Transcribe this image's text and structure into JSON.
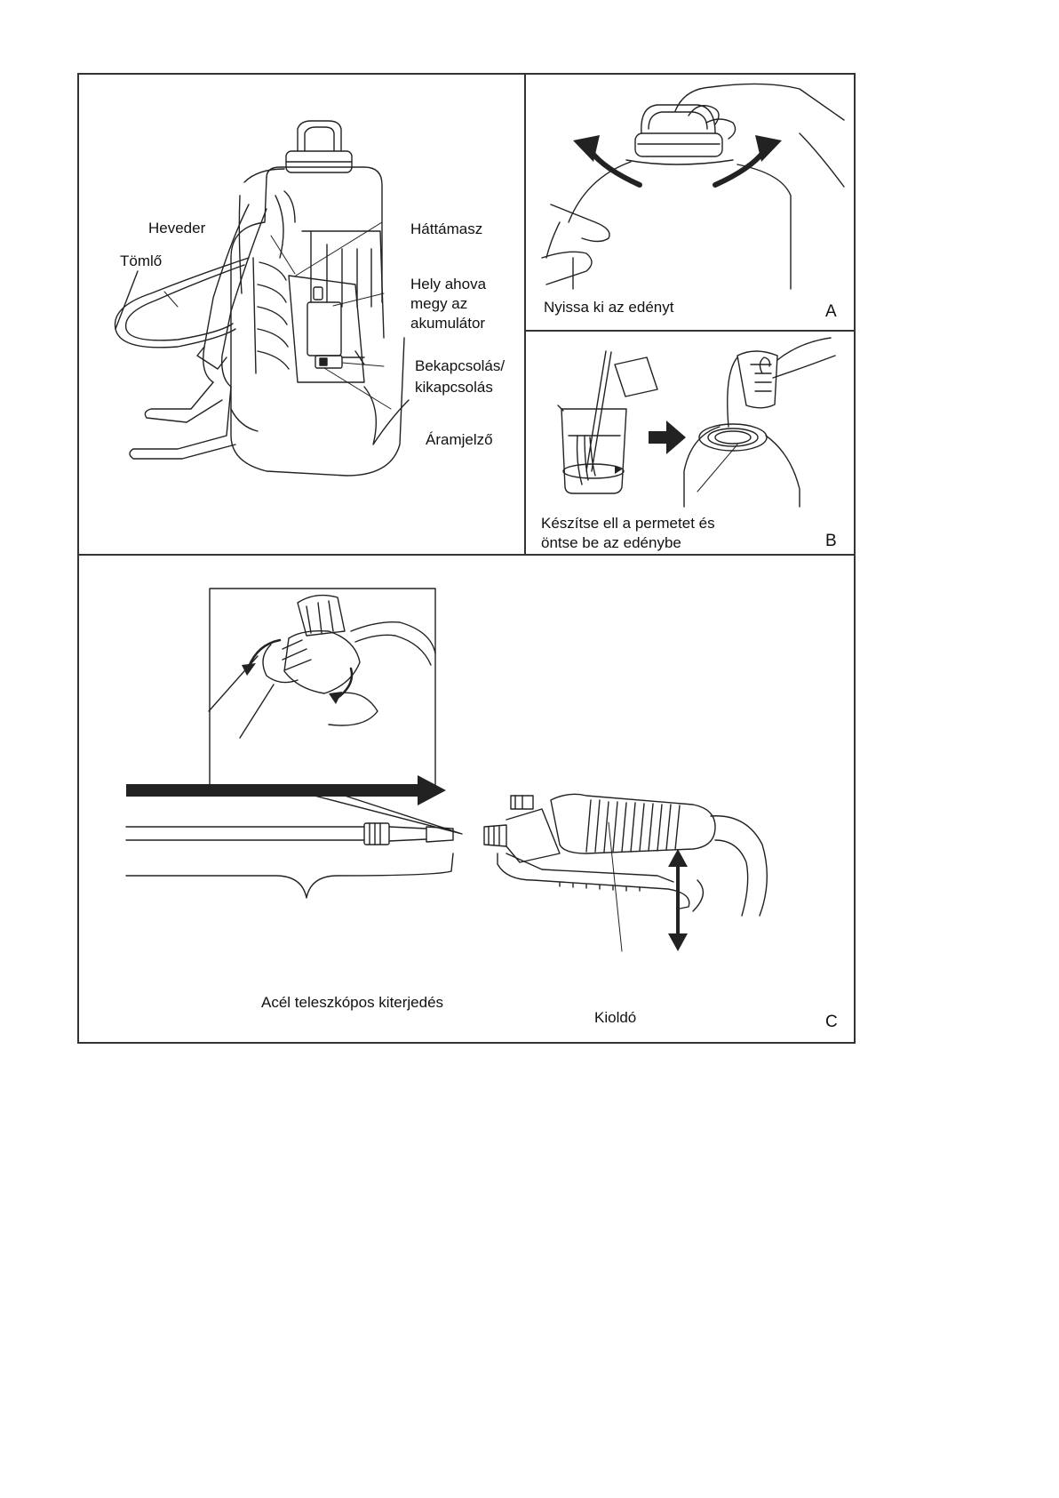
{
  "panels": {
    "main": {
      "labels": {
        "strap": "Heveder",
        "hose": "Tömlő",
        "backrest": "Háttámasz",
        "battery_place": [
          "Hely ahova",
          "megy az",
          "akumulátor"
        ],
        "power_switch": [
          "Bekapcsolás/",
          "kikapcsolás"
        ],
        "power_indicator": "Áramjelző"
      }
    },
    "a": {
      "caption": "Nyissa ki az edényt",
      "letter": "A"
    },
    "b": {
      "caption": [
        "Készítse ell a permetet és",
        "öntse be az edénybe"
      ],
      "letter": "B"
    },
    "c": {
      "extension_label": "Acél teleszkópos kiterjedés",
      "trigger_label": "Kioldó",
      "letter": "C"
    }
  }
}
